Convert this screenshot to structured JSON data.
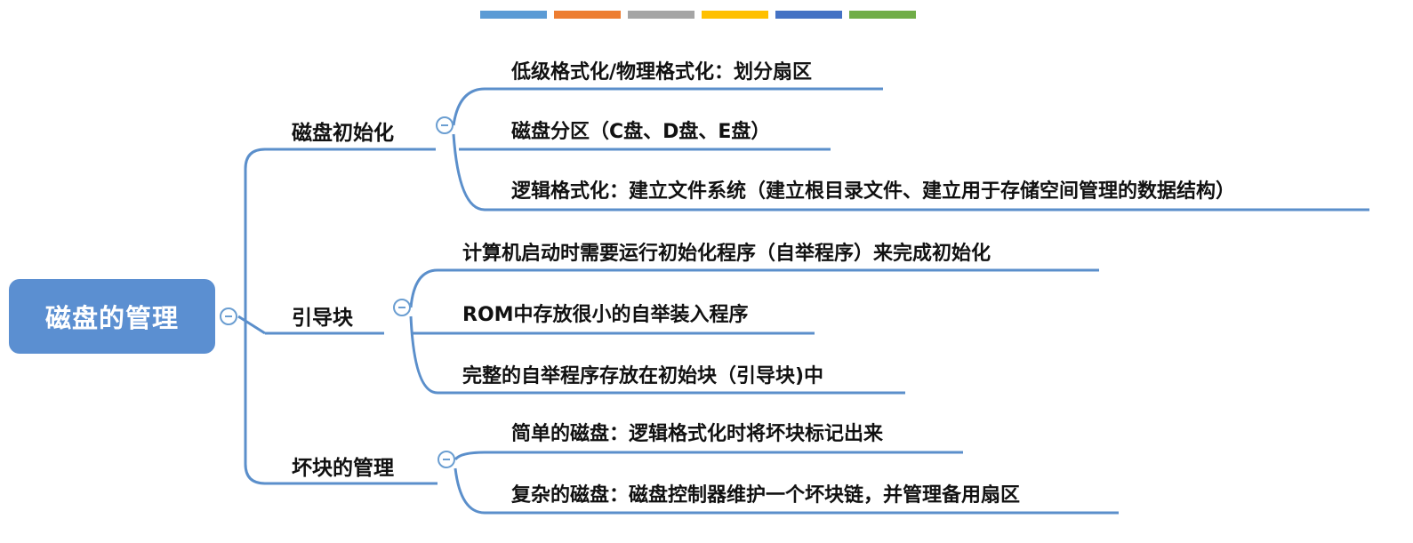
{
  "legend_colors": [
    "#5b9bd5",
    "#ed7d31",
    "#a5a5a5",
    "#ffc000",
    "#4472c4",
    "#70ad47"
  ],
  "colors": {
    "line": "#5b8fcb",
    "root_bg": "#5b8fd1",
    "root_text": "#ffffff"
  },
  "root": {
    "label": "磁盘的管理"
  },
  "branches": [
    {
      "label": "磁盘初始化",
      "children": [
        "低级格式化/物理格式化：划分扇区",
        "磁盘分区（C盘、D盘、E盘）",
        "逻辑格式化：建立文件系统（建立根目录文件、建立用于存储空间管理的数据结构）"
      ]
    },
    {
      "label": "引导块",
      "children": [
        "计算机启动时需要运行初始化程序（自举程序）来完成初始化",
        "ROM中存放很小的自举装入程序",
        "完整的自举程序存放在初始块（引导块)中"
      ]
    },
    {
      "label": "坏块的管理",
      "children": [
        "简单的磁盘：逻辑格式化时将坏块标记出来",
        "复杂的磁盘：磁盘控制器维护一个坏块链，并管理备用扇区"
      ]
    }
  ]
}
